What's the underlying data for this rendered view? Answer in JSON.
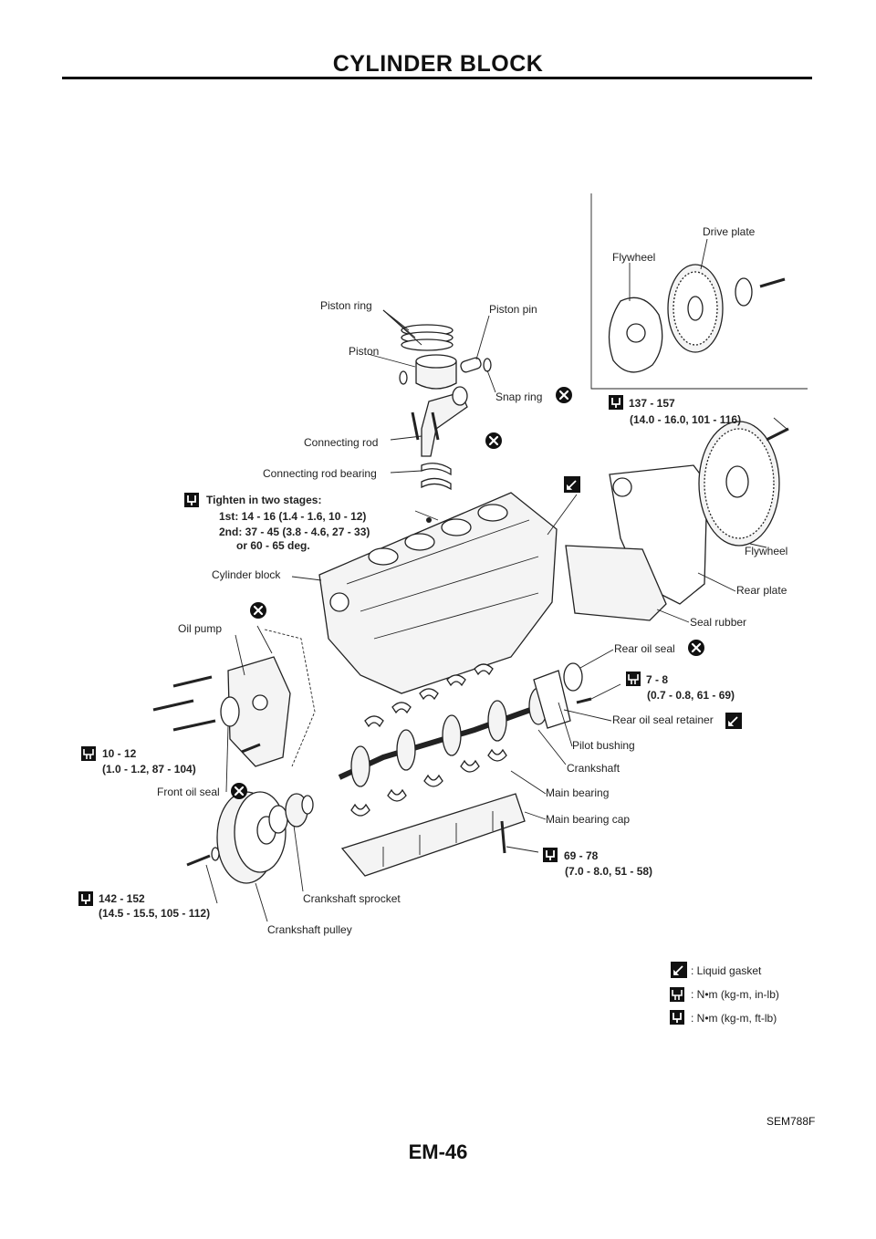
{
  "header": {
    "title": "CYLINDER BLOCK"
  },
  "labels": {
    "flywheel_inset": "Flywheel",
    "drive_plate": "Drive plate",
    "piston_ring": "Piston ring",
    "piston_pin": "Piston pin",
    "piston": "Piston",
    "snap_ring": "Snap ring",
    "connecting_rod": "Connecting rod",
    "connecting_rod_bearing": "Connecting rod bearing",
    "cylinder_block": "Cylinder block",
    "oil_pump": "Oil pump",
    "front_oil_seal": "Front oil seal",
    "crankshaft_sprocket": "Crankshaft sprocket",
    "crankshaft_pulley": "Crankshaft pulley",
    "flywheel": "Flywheel",
    "rear_plate": "Rear plate",
    "seal_rubber": "Seal rubber",
    "rear_oil_seal": "Rear oil seal",
    "rear_oil_seal_retainer": "Rear oil seal retainer",
    "pilot_bushing": "Pilot bushing",
    "crankshaft": "Crankshaft",
    "main_bearing": "Main bearing",
    "main_bearing_cap": "Main bearing cap"
  },
  "torques": {
    "flywheel": {
      "line1": "137 - 157",
      "line2": "(14.0 - 16.0, 101 - 116)"
    },
    "conrod": {
      "title": "Tighten in two stages:",
      "line1": "1st: 14 - 16 (1.4 - 1.6, 10 - 12)",
      "line2": "2nd: 37 - 45 (3.8 - 4.6, 27 - 33)",
      "line3": "or 60 - 65 deg."
    },
    "rear_retainer": {
      "line1": "7 - 8",
      "line2": "(0.7 - 0.8, 61 - 69)"
    },
    "oil_pump": {
      "line1": "10 - 12",
      "line2": "(1.0 - 1.2, 87 - 104)"
    },
    "main_cap": {
      "line1": "69 - 78",
      "line2": "(7.0 - 8.0, 51 - 58)"
    },
    "pulley": {
      "line1": "142 - 152",
      "line2": "(14.5 - 15.5, 105 - 112)"
    }
  },
  "legend": {
    "liquid_gasket": ": Liquid gasket",
    "nm_inlb": ": N•m (kg-m, in-lb)",
    "nm_ftlb": ": N•m (kg-m, ft-lb)"
  },
  "figure_code": "SEM788F",
  "page_number": "EM-46"
}
